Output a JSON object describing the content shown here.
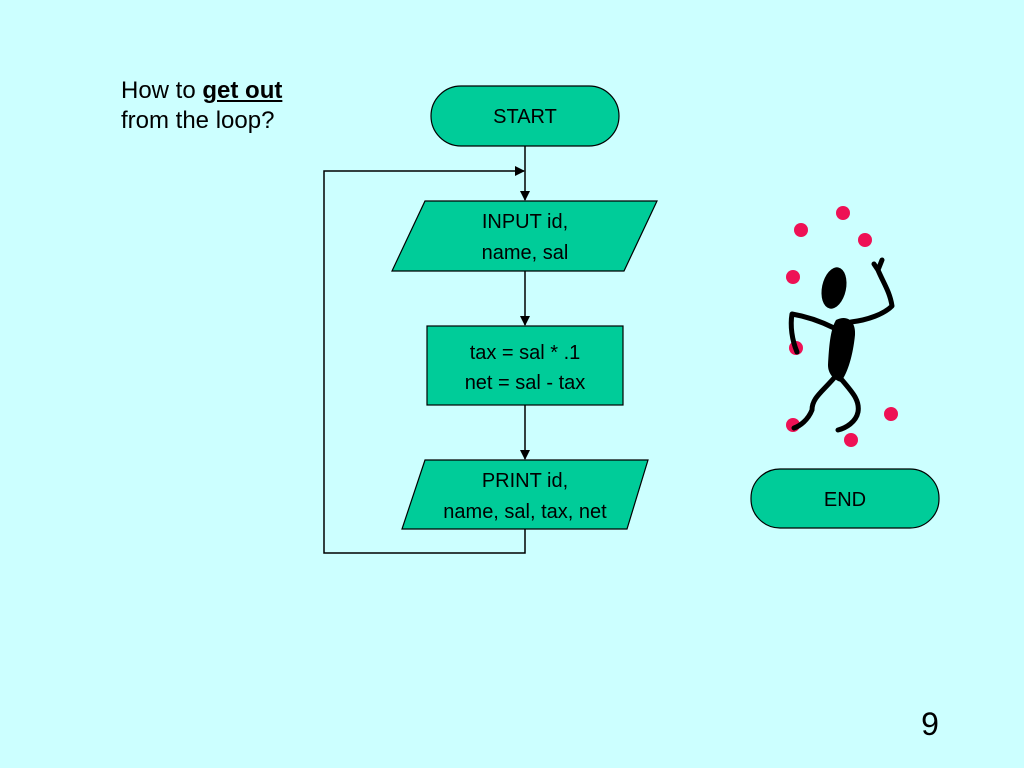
{
  "question": {
    "prefix": "How to ",
    "emphasis": "get out",
    "line2": "from the loop?"
  },
  "flowchart": {
    "start": "START",
    "input": [
      "INPUT id,",
      "name, sal"
    ],
    "process": [
      "tax = sal * .1",
      "net = sal - tax"
    ],
    "output": [
      "PRINT id,",
      "name, sal, tax, net"
    ],
    "end": "END"
  },
  "page_number": "9",
  "colors": {
    "background": "#ccffff",
    "shape_fill": "#00cc99",
    "juggling_ball": "#ee1155"
  },
  "clipart": "juggling-stick-figure"
}
